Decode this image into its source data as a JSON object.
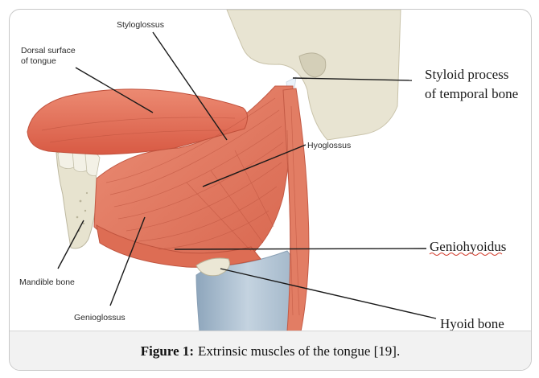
{
  "figure": {
    "labels": {
      "styloglossus": "Styloglossus",
      "dorsal_line1": "Dorsal surface",
      "dorsal_line2": "of tongue",
      "styloid_line1": "Styloid process",
      "styloid_line2": "of temporal bone",
      "hyoglossus": "Hyoglossus",
      "geniohyoidus": "Geniohyoidus",
      "mandible": "Mandible bone",
      "genioglossus": "Genioglossus",
      "hyoid": "Hyoid bone"
    },
    "caption": {
      "label": "Figure 1:",
      "text": "Extrinsic muscles of the tongue [19]."
    }
  },
  "colors": {
    "muscle": "#e07a62",
    "muscle_dark": "#c85a44",
    "bone": "#e6e2cf",
    "trachea": "#a9bccd",
    "tongue": "#e0664f"
  }
}
